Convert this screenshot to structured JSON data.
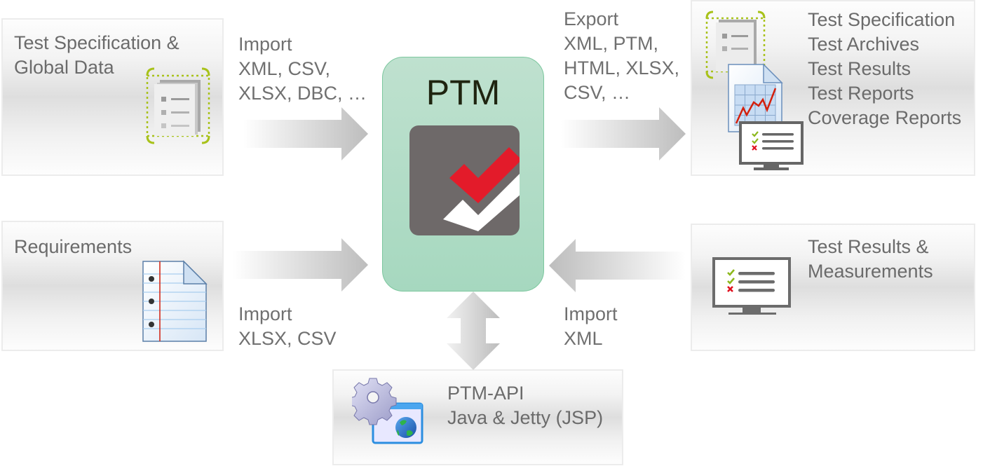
{
  "diagram": {
    "center": {
      "title": "PTM",
      "icon": "ptm-checkmark-logo-icon",
      "colors": {
        "fill": "#b2dcc6",
        "border": "#7cc79e",
        "logo_bg": "#6e6969",
        "check_red": "#e31b2a",
        "check_white": "#ffffff"
      }
    },
    "sources": [
      {
        "id": "test-spec-global",
        "title_lines": [
          "Test Specification &",
          "Global Data"
        ],
        "icon": "document-list-icon"
      },
      {
        "id": "requirements",
        "title_lines": [
          "Requirements"
        ],
        "icon": "notebook-page-icon"
      }
    ],
    "targets": [
      {
        "id": "export-targets",
        "items": [
          "Test Specification",
          "Test Archives",
          "Test Results",
          "Test Reports",
          "Coverage Reports"
        ],
        "icon": "reports-stack-icon"
      },
      {
        "id": "test-results-measurements",
        "title_lines": [
          "Test Results &",
          "Measurements"
        ],
        "icon": "monitor-checklist-icon"
      }
    ],
    "api": {
      "title_lines": [
        "PTM-API",
        "Java & Jetty (JSP)"
      ],
      "icon": "gear-window-globe-icon"
    },
    "flows": [
      {
        "id": "import-spec",
        "direction": "right",
        "lines": [
          "Import",
          "XML, CSV,",
          "XLSX, DBC, …"
        ]
      },
      {
        "id": "export",
        "direction": "right",
        "lines": [
          "Export",
          "XML, PTM,",
          "HTML, XLSX,",
          "CSV, …"
        ]
      },
      {
        "id": "import-requirements",
        "direction": "right",
        "lines": [
          "Import",
          "XLSX, CSV"
        ]
      },
      {
        "id": "import-results",
        "direction": "left",
        "lines": [
          "Import",
          "XML"
        ]
      },
      {
        "id": "api-link",
        "direction": "both-vertical",
        "lines": []
      }
    ],
    "accent_colors": {
      "frame_green": "#a8c21a",
      "check_green": "#8cb81c",
      "cross_red": "#e0101e",
      "chart_red": "#d4200c"
    }
  }
}
